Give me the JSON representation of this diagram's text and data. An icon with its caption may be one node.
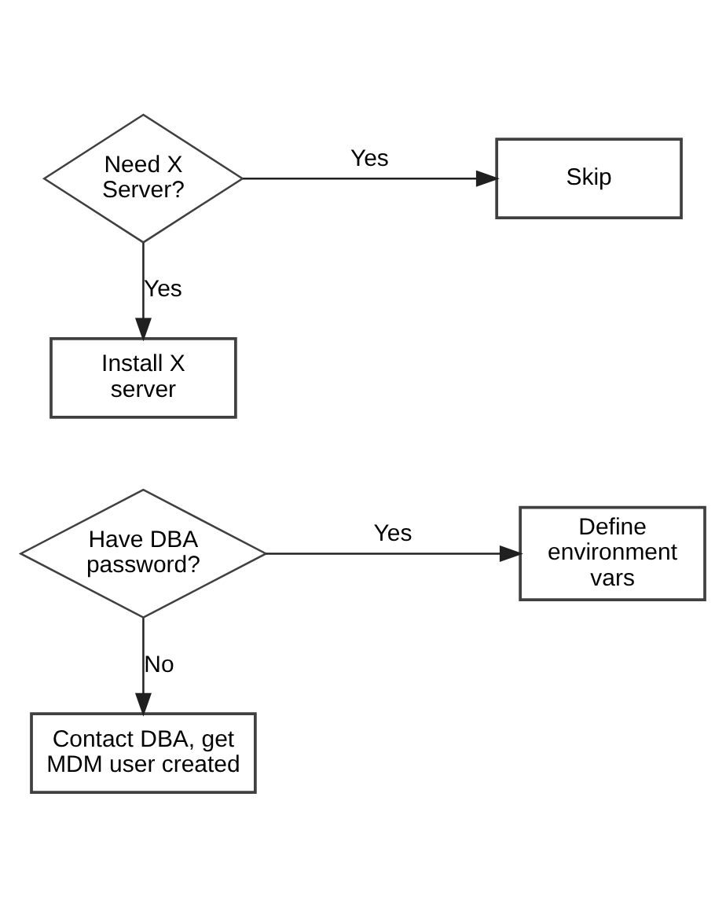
{
  "diagram": {
    "nodes": [
      {
        "text": [
          "Need X Server?"
        ]
      },
      {
        "text": [
          "Skip"
        ]
      },
      {
        "text": [
          "Install X server"
        ]
      },
      {
        "text": [
          "Have DBA password?"
        ]
      },
      {
        "text": [
          "Define environment vars"
        ]
      },
      {
        "text": [
          "Contact DBA, get MDM user created"
        ]
      }
    ],
    "edges": [
      {
        "from": 0,
        "to": 1,
        "arrow": "to",
        "label": "Yes"
      },
      {
        "from": 0,
        "to": 2,
        "arrow": "to",
        "label": "Yes"
      },
      {
        "from": 3,
        "to": 4,
        "arrow": "to",
        "label": "Yes"
      },
      {
        "from": 3,
        "to": 5,
        "arrow": "to",
        "label": "No"
      }
    ]
  }
}
